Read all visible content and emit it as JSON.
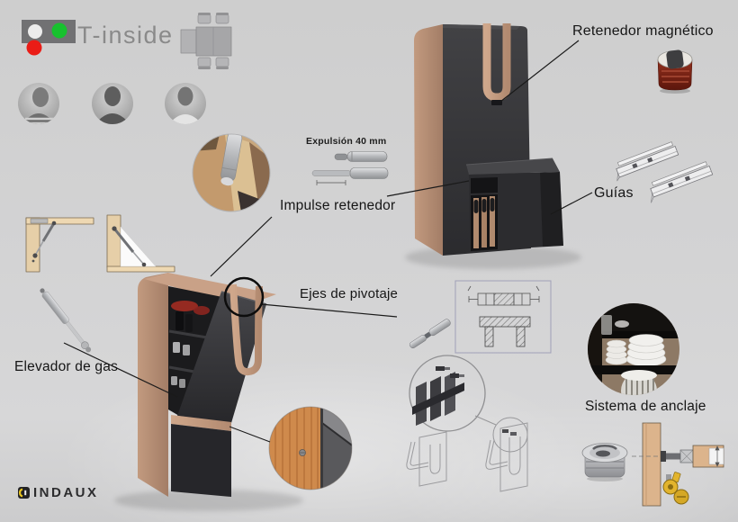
{
  "page": {
    "kind": "furniture-design-presentation-board"
  },
  "brand": {
    "title": "T-inside"
  },
  "team": {
    "member_count": 3
  },
  "labels": {
    "retenedor_magnetico": "Retenedor magnético",
    "expulsion_40mm": "Expulsión 40 mm",
    "impulse_retenedor": "Impulse retenedor",
    "guias": "Guías",
    "ejes_de_pivotaje": "Ejes de pivotaje",
    "elevador_de_gas": "Elevador de gas",
    "sistema_de_anclaje": "Sistema de anclaje"
  },
  "footer": {
    "logo_text": "INDAUX"
  },
  "colors": {
    "background": "#d3d3d4",
    "wood": "#c79f85",
    "panel_dark": "#333336",
    "label_text": "#161616",
    "brand_gray": "#8a8a8a",
    "logo_accent_yellow": "#e9c51f",
    "traffic_green": "#17c12e",
    "traffic_red": "#ea1c16",
    "magnet_red": "#7c2416"
  }
}
